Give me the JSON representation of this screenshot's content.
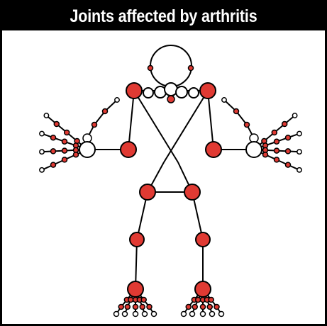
{
  "title": "Joints affected by arthritis",
  "colors": {
    "title_background": "#000000",
    "affected_joint": "#e03a33",
    "unaffected_joint": "#ffffff",
    "outline": "#000000"
  },
  "legend_semantics": {
    "red_circle": "affected joint",
    "white_circle": "unaffected joint"
  }
}
